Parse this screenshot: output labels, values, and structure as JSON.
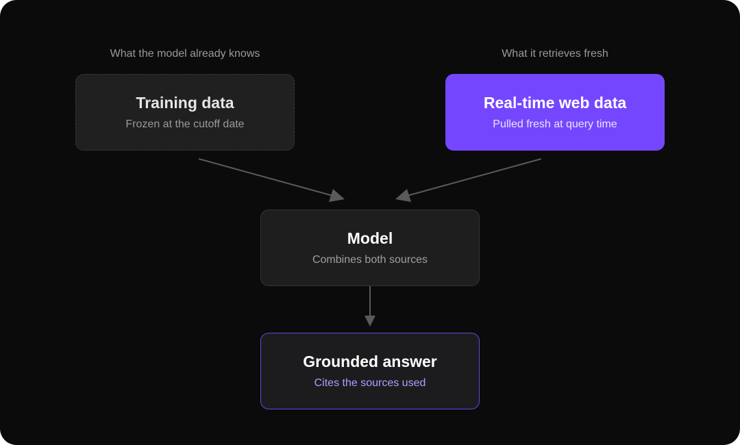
{
  "captions": {
    "left": "What the model already knows",
    "right": "What it retrieves fresh"
  },
  "nodes": {
    "training": {
      "title": "Training data",
      "subtitle": "Frozen at the cutoff date"
    },
    "web": {
      "title": "Real-time web data",
      "subtitle": "Pulled fresh at query time"
    },
    "model": {
      "title": "Model",
      "subtitle": "Combines both sources"
    },
    "answer": {
      "title": "Grounded answer",
      "subtitle": "Cites the sources used"
    }
  },
  "edges": [
    {
      "from": "training",
      "to": "model"
    },
    {
      "from": "web",
      "to": "model"
    },
    {
      "from": "model",
      "to": "answer"
    }
  ],
  "colors": {
    "background": "#0b0b0b",
    "accent": "#7447ff",
    "answer_border": "#6a45e6",
    "arrow": "#5a5a5a"
  }
}
